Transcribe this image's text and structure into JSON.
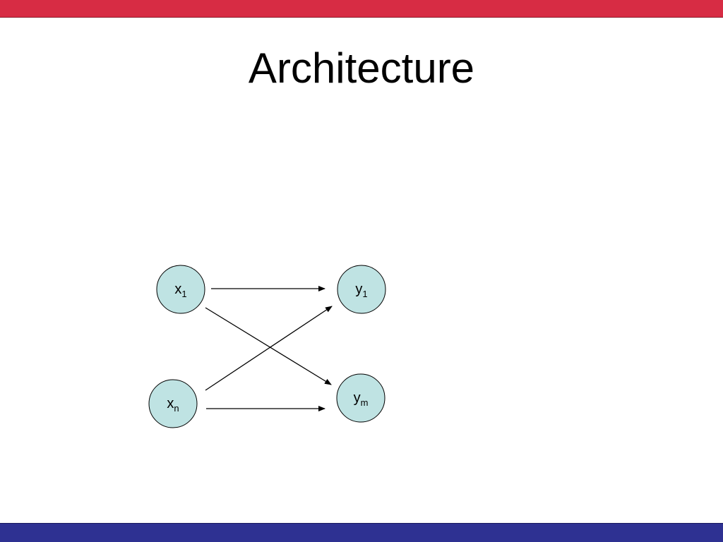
{
  "slide": {
    "title": "Architecture",
    "colors": {
      "top_bar": "#d72c44",
      "bottom_bar": "#2e3192",
      "node_fill": "#bfe3e3",
      "node_stroke": "#000000"
    }
  },
  "diagram": {
    "nodes": [
      {
        "id": "x1",
        "base": "x",
        "sub": "1"
      },
      {
        "id": "xn",
        "base": "x",
        "sub": "n"
      },
      {
        "id": "y1",
        "base": "y",
        "sub": "1"
      },
      {
        "id": "ym",
        "base": "y",
        "sub": "m"
      }
    ],
    "edges": [
      {
        "from": "x1",
        "to": "y1"
      },
      {
        "from": "x1",
        "to": "ym"
      },
      {
        "from": "xn",
        "to": "y1"
      },
      {
        "from": "xn",
        "to": "ym"
      }
    ]
  }
}
